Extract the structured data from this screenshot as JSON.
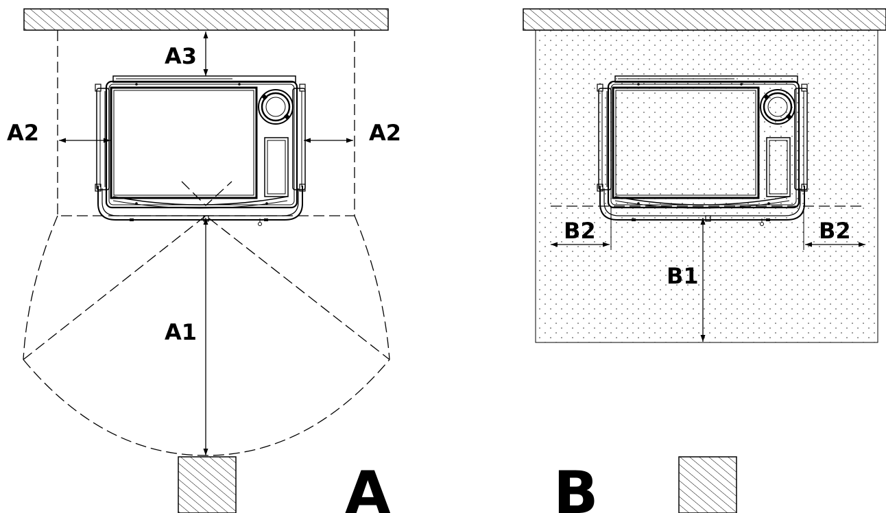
{
  "diagram": {
    "labels": {
      "a1": "A1",
      "a2_left": "A2",
      "a2_right": "A2",
      "a3": "A3",
      "b1": "B1",
      "b2_left": "B2",
      "b2_right": "B2",
      "panel_a": "A",
      "panel_b": "B"
    },
    "colors": {
      "line": "#000000",
      "background": "#ffffff"
    },
    "icons": {
      "wall": "hatched-wall",
      "floor_area": "dotted-floor-area",
      "stove": "stove-top-view"
    }
  }
}
